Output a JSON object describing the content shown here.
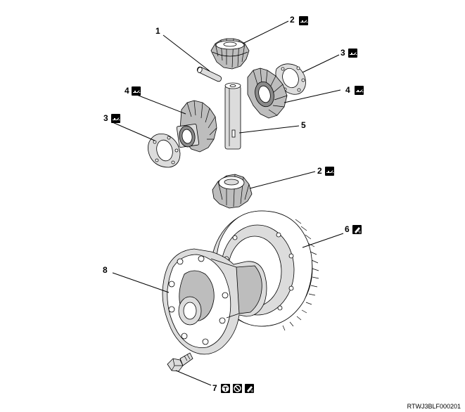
{
  "callouts": [
    {
      "id": "c1",
      "label": "1"
    },
    {
      "id": "c2a",
      "label": "2"
    },
    {
      "id": "c3a",
      "label": "3"
    },
    {
      "id": "c4a",
      "label": "4"
    },
    {
      "id": "c4b",
      "label": "4"
    },
    {
      "id": "c3b",
      "label": "3"
    },
    {
      "id": "c5",
      "label": "5"
    },
    {
      "id": "c2b",
      "label": "2"
    },
    {
      "id": "c6",
      "label": "6"
    },
    {
      "id": "c8",
      "label": "8"
    },
    {
      "id": "c7",
      "label": "7"
    }
  ],
  "icons": {
    "oil": "oil-can-icon",
    "grease": "grease-apply-icon",
    "torque": "torque-icon",
    "no_reuse": "do-not-reuse-icon"
  },
  "figure_code": "RTWJ3BLF000201"
}
